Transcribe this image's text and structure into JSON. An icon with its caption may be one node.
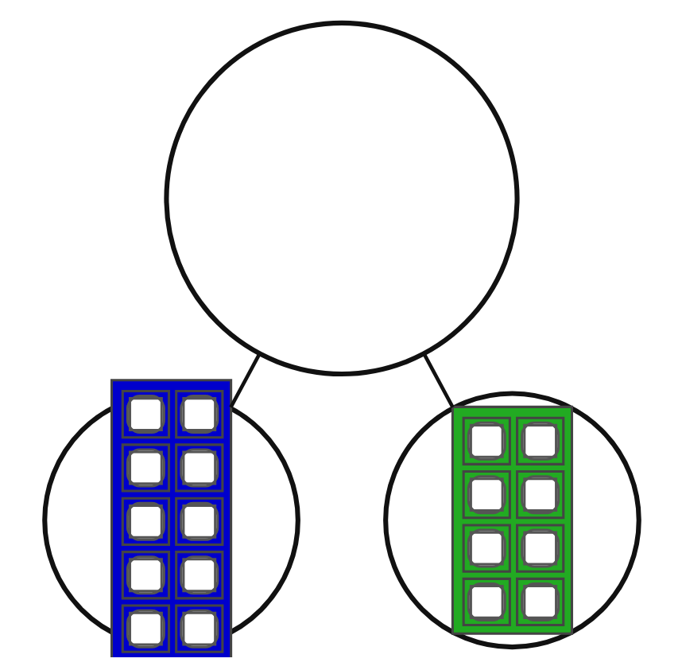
{
  "diagram": {
    "nodes": [
      {
        "text": [],
        "shape": "circle"
      },
      {
        "text": [],
        "shape": "circle"
      },
      {
        "text": [],
        "shape": "circle"
      }
    ],
    "edges": [
      {
        "from": 0,
        "to": 1,
        "arrow": "none"
      },
      {
        "from": 0,
        "to": 2,
        "arrow": "none"
      }
    ]
  }
}
